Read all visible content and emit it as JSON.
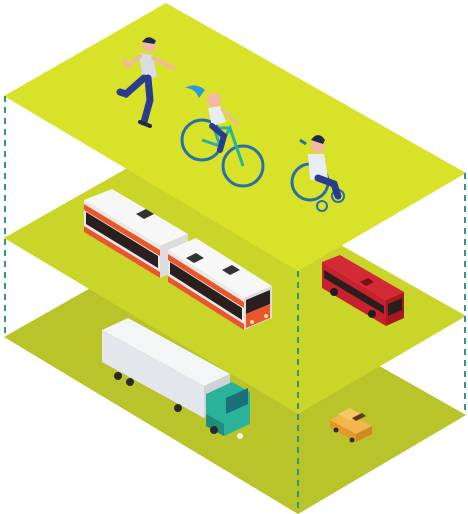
{
  "layers": [
    {
      "name": "active-mobility-layer",
      "color": "#d8e229"
    },
    {
      "name": "public-transport-layer",
      "color": "#c9d629"
    },
    {
      "name": "freight-and-car-layer",
      "color": "#b8c42a"
    }
  ],
  "colors": {
    "guide_line": "#2a9a7a",
    "tram_body": "#f3f3f3",
    "tram_stripe": "#e8562a",
    "bus_body": "#c8202c",
    "truck_trailer": "#e9ecef",
    "truck_cab": "#2bb39a",
    "car_body": "#f2b64a"
  },
  "icons": [
    "runner-icon",
    "cyclist-icon",
    "wheelchair-user-icon",
    "tram-icon",
    "bus-icon",
    "truck-icon",
    "car-icon"
  ]
}
